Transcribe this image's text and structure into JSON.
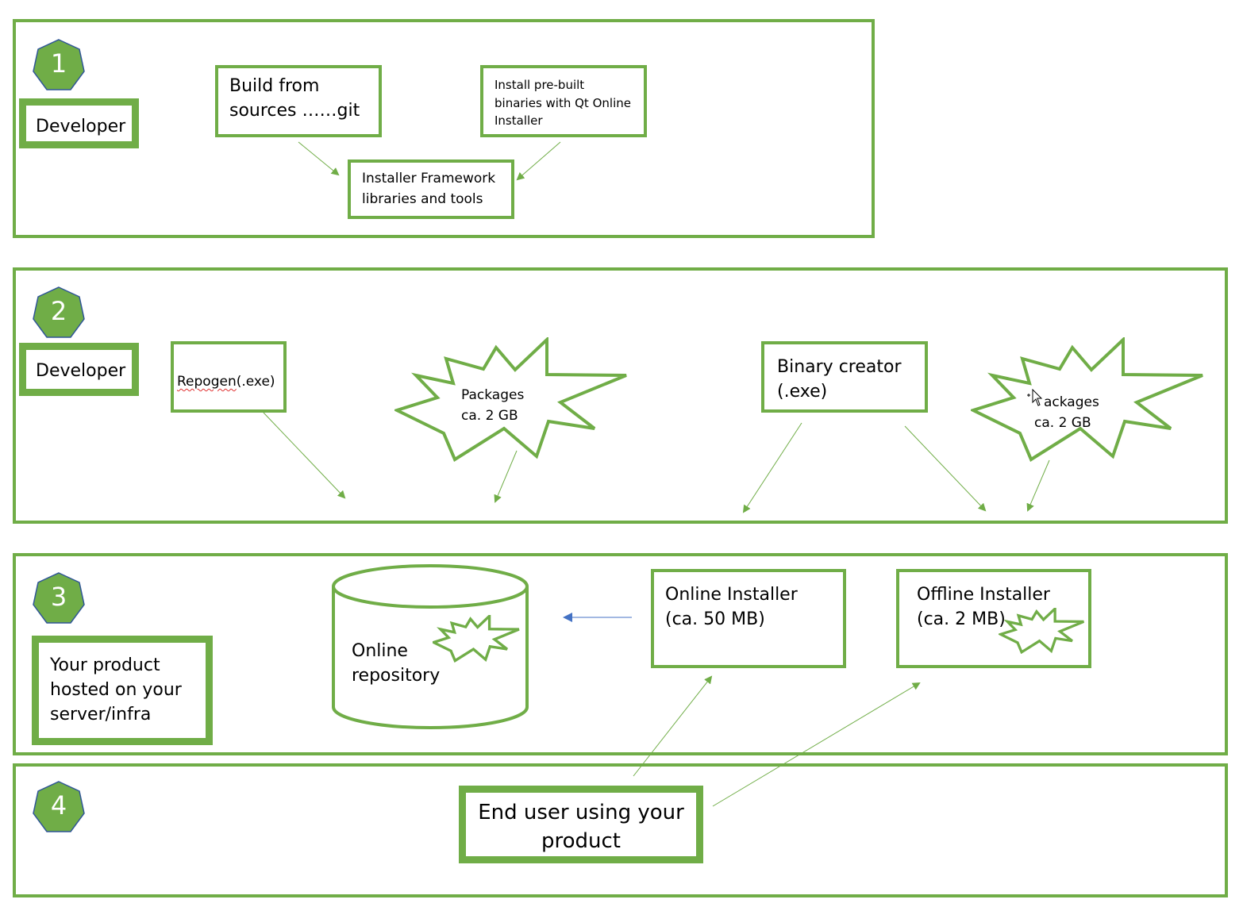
{
  "colors": {
    "green": "#70ad47",
    "badge_fill": "#70ad47",
    "badge_stroke": "#2f5597",
    "arrow_green": "#70ad47",
    "arrow_blue": "#4472c4"
  },
  "sections": [
    {
      "number": "1",
      "role": "Developer"
    },
    {
      "number": "2",
      "role": "Developer"
    },
    {
      "number": "3",
      "role": "Your product hosted on your server/infra"
    },
    {
      "number": "4",
      "role": ""
    }
  ],
  "section1": {
    "build_from_sources": "Build from sources ……git",
    "install_prebuilt": "Install pre-built binaries with Qt Online Installer",
    "installer_framework": "Installer Framework libraries and tools"
  },
  "section2": {
    "repogen": "Repogen",
    "repogen_ext": "(.exe)",
    "packages_left_line1": "Packages",
    "packages_left_line2": "ca. 2 GB",
    "binary_creator": "Binary creator (.exe)",
    "packages_right_line1": "ackages",
    "packages_right_line2": "ca. 2 GB"
  },
  "section3": {
    "online_repository_line1": "Online",
    "online_repository_line2": "repository",
    "online_installer_line1": "Online Installer",
    "online_installer_line2": "(ca. 50 MB)",
    "offline_installer_line1": "Offline Installer",
    "offline_installer_line2": "(ca. 2 MB)"
  },
  "section4": {
    "end_user": "End user using your product"
  },
  "icons": [
    "heptagon-badge-icon",
    "starburst-icon",
    "cylinder-database-icon",
    "move-cursor-icon"
  ]
}
